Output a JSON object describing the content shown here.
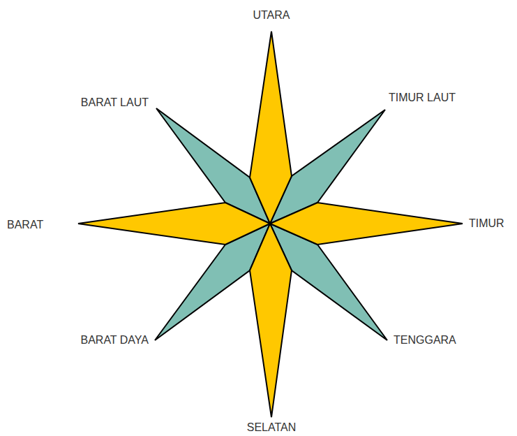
{
  "diagram": {
    "labels": [
      "UTARA",
      "TIMUR LAUT",
      "TIMUR",
      "TENGGARA",
      "SELATAN",
      "BARAT DAYA",
      "BARAT",
      "BARAT LAUT"
    ]
  }
}
